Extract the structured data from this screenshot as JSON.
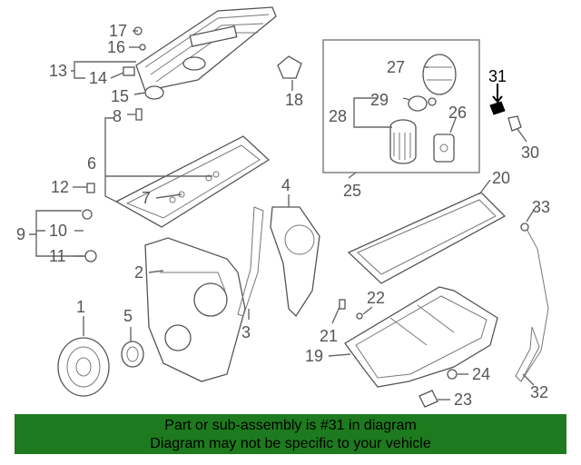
{
  "labels": {
    "n1": "1",
    "n2": "2",
    "n3": "3",
    "n4": "4",
    "n5": "5",
    "n6": "6",
    "n7": "7",
    "n8": "8",
    "n9": "9",
    "n10": "10",
    "n11": "11",
    "n12": "12",
    "n13": "13",
    "n14": "14",
    "n15": "15",
    "n16": "16",
    "n17": "17",
    "n18": "18",
    "n19": "19",
    "n20": "20",
    "n21": "21",
    "n22": "22",
    "n23": "23",
    "n24": "24",
    "n25": "25",
    "n26": "26",
    "n27": "27",
    "n28": "28",
    "n29": "29",
    "n30": "30",
    "n31": "31",
    "n32": "32",
    "n33": "33"
  },
  "highlighted_part": "31",
  "footer": {
    "line1": "Part or sub-assembly is #31 in diagram",
    "line2": "Diagram may not be specific to your vehicle"
  },
  "colors": {
    "footer_bg": "#1e7a1e",
    "highlight": "#000000",
    "line_art": "#555555"
  }
}
